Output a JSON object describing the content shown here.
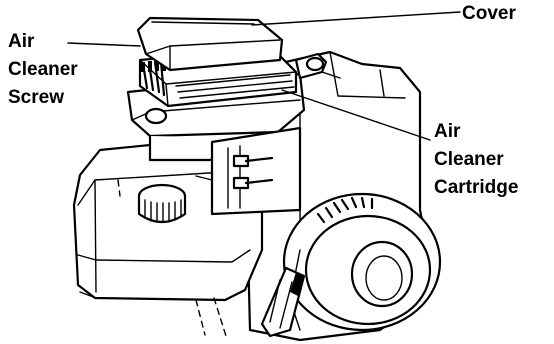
{
  "labels": {
    "cover": "Cover",
    "air_cleaner_screw": [
      "Air",
      "Cleaner",
      "Screw"
    ],
    "air_cleaner_cartridge": [
      "Air",
      "Cleaner",
      "Cartridge"
    ]
  }
}
